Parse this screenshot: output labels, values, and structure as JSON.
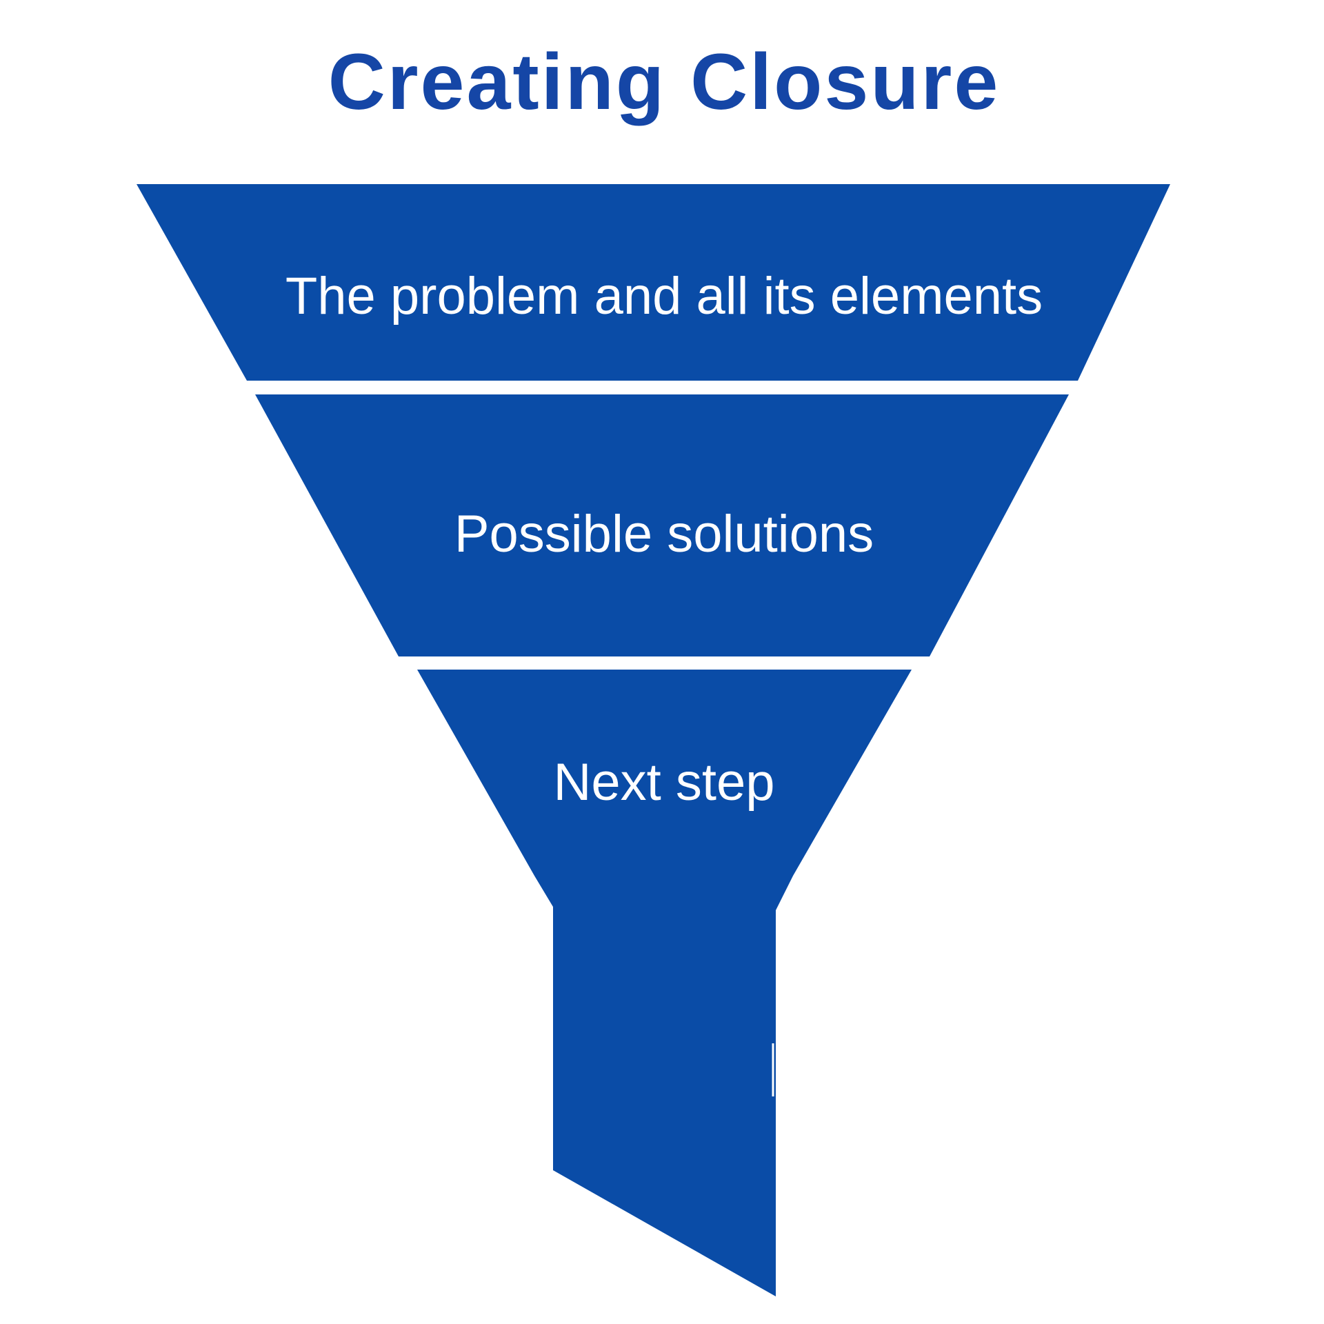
{
  "title": "Creating Closure",
  "funnel": {
    "type": "funnel",
    "stages": [
      {
        "label": "The problem and all its elements"
      },
      {
        "label": "Possible  solutions"
      },
      {
        "label": "Next step"
      }
    ]
  },
  "colors": {
    "background": "#FFFFFF",
    "title_blue": "#1546A6",
    "funnel_blue": "#0A4CA7",
    "label_text": "#FFFFFF"
  }
}
